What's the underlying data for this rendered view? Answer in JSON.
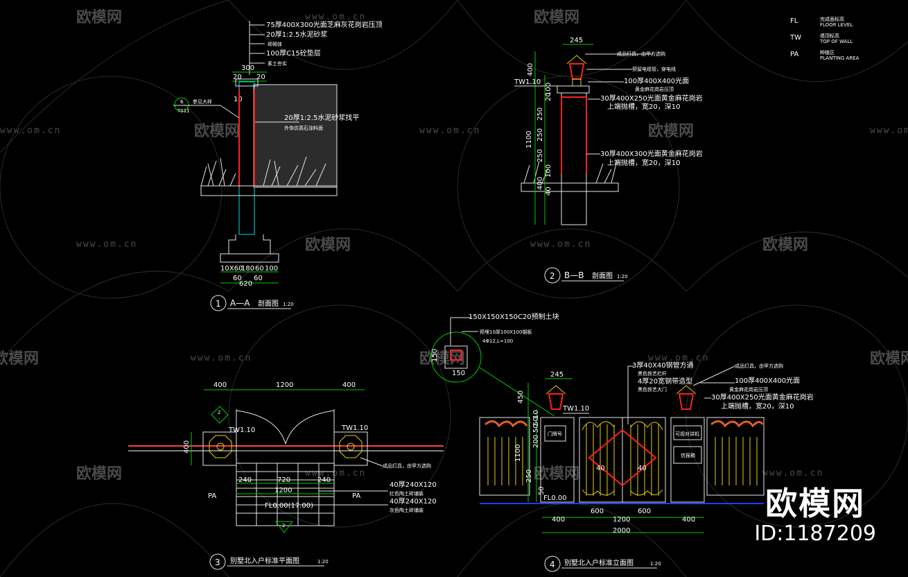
{
  "legend": [
    {
      "code": "FL",
      "cn": "完成面标高",
      "en": "FLOOR LEVEL"
    },
    {
      "code": "TW",
      "cn": "墙顶标高",
      "en": "TOP OF WALL"
    },
    {
      "code": "PA",
      "cn": "种植区",
      "en": "PLANTING AREA"
    }
  ],
  "watermark": {
    "brand": "欧模网",
    "url": "www.om.cn"
  },
  "brand": {
    "title": "欧模网",
    "id": "ID:1187209"
  },
  "section_aa": {
    "number": "1",
    "title": "A—A",
    "title_cn": "剖面图",
    "scale": "1:20",
    "notes": [
      "75厚400X300光面芝麻灰花岗岩压顶",
      "20厚1:2.5水泥砂浆",
      "砖砌体",
      "100厚C15砼垫层",
      "素土夯实"
    ],
    "dims_top": [
      "300",
      "20",
      "20",
      "20"
    ],
    "dim_10": "10",
    "tag": {
      "num": "6",
      "ref": "T011",
      "label": "参见大样"
    },
    "note_side": [
      "20厚1:2.5水泥砂浆找平",
      "外饰仿真石涂料面"
    ],
    "dims_bottom": [
      "10X60",
      "180",
      "60",
      "100"
    ],
    "dims_bottom2": [
      "60",
      "620",
      "60"
    ]
  },
  "section_bb": {
    "number": "2",
    "title": "B—B",
    "title_cn": "剖面图",
    "scale": "1:20",
    "dim_top": "245",
    "tw": "TW1.10",
    "dims_left": [
      "400",
      "20",
      "100",
      "250",
      "250",
      "1100",
      "250",
      "100",
      "400",
      "40"
    ],
    "notes": [
      {
        "text": "成品灯具，由甲方选购",
        "small": true
      },
      {
        "text": "预留电缆管，穿电线",
        "small": true
      },
      {
        "text": "100厚400X400光面",
        "small": false
      },
      {
        "text": "黄金麻花岗岩压顶",
        "small": true
      },
      {
        "text": "30厚400X250光面黄金麻花岗岩",
        "small": false
      },
      {
        "text": "上端抛槽，宽20，深10",
        "small": false
      },
      {
        "text": "30厚400X300光面黄金麻花岗岩",
        "small": false
      },
      {
        "text": "上端抛槽，宽20，深10",
        "small": false
      }
    ]
  },
  "plan": {
    "number": "3",
    "title_cn": "别墅北入户标准平面图",
    "scale": "1:20",
    "dims_top": [
      "400",
      "1200",
      "400"
    ],
    "dim_left": "400",
    "tw": [
      "TW1.10",
      "TW1.10"
    ],
    "tag": {
      "num": "2",
      "ref": "-"
    },
    "dims_mid": [
      "240",
      "720",
      "240"
    ],
    "dim_1200": "1200",
    "pa": [
      "PA",
      "PA"
    ],
    "fl": "FL0.00(17.00)",
    "notes": [
      "成品灯具，由甲方选购",
      "40厚240X120",
      "红色陶土砖铺装",
      "40厚240X120",
      "灰色陶土砖铺装"
    ],
    "detail": {
      "top": "150X150X150C20预制土块",
      "mid": "预埋10厚100X100钢板",
      "bar": "4Φ12,L=100",
      "w": "150",
      "h": "150"
    }
  },
  "elevation": {
    "number": "4",
    "title_cn": "别墅北入户标准立面图",
    "scale": "1:20",
    "dim_top": "245",
    "dims_left": [
      "450",
      "10",
      "50",
      "50",
      "200",
      "1100",
      "250",
      "50"
    ],
    "tw": "TW1.10",
    "fl": "FL0.00",
    "notes": [
      {
        "text": "3厚40X40钢管方通",
        "small": false
      },
      {
        "text": "黑色铁艺栏杆",
        "small": true
      },
      {
        "text": "4厚20宽钢带造型",
        "small": false
      },
      {
        "text": "黑色铁艺大门",
        "small": true
      },
      {
        "text": "成品灯具，由甲方选购",
        "small": true
      },
      {
        "text": "100厚400X400光面",
        "small": false
      },
      {
        "text": "黄金麻花岗岩压顶",
        "small": true
      },
      {
        "text": "30厚400X250光面黄金麻花岗岩",
        "small": false
      },
      {
        "text": "上端抛槽，宽20，深10",
        "small": false
      }
    ],
    "signs": [
      "门牌号",
      "可视对讲机",
      "信报箱"
    ],
    "dims_bottom": [
      "400",
      "600",
      "600",
      "400"
    ],
    "dim_1200": "1200",
    "dim_total": "2000",
    "dims_inner": [
      "40",
      "40"
    ]
  }
}
